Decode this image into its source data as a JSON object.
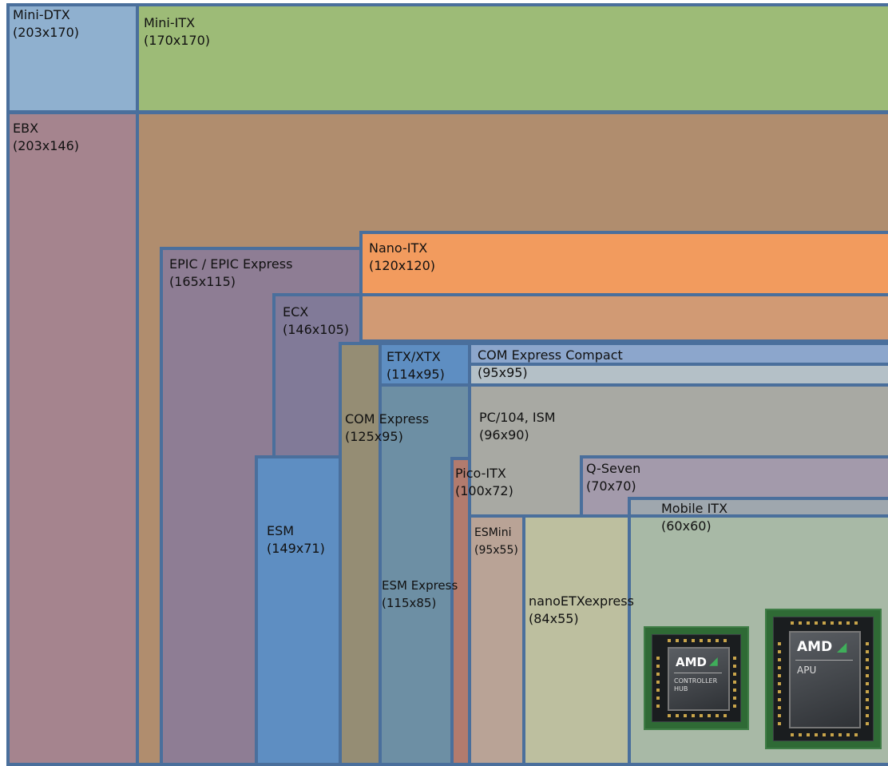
{
  "forms": [
    {
      "id": "mini-dtx",
      "name": "Mini-DTX",
      "size": "(203x170)",
      "fill": "#8fb0cf"
    },
    {
      "id": "mini-itx",
      "name": "Mini-ITX",
      "size": "(170x170)",
      "fill": "#9dbb77"
    },
    {
      "id": "ebx",
      "name": "EBX",
      "size": "(203x146)",
      "fill": "#a5848e"
    },
    {
      "id": "ebx-band",
      "fill": "#b08d6e"
    },
    {
      "id": "epic",
      "name": "EPIC / EPIC Express",
      "size": "(165x115)",
      "fill": "#8e7d94"
    },
    {
      "id": "nano-itx",
      "name": "Nano-ITX",
      "size": "(120x120)",
      "fill": "#f29b5e"
    },
    {
      "id": "ecx",
      "name": "ECX",
      "size": "(146x105)",
      "fill": "#817a98"
    },
    {
      "id": "ecx-band",
      "fill": "#d19a74"
    },
    {
      "id": "com-express",
      "name": "COM Express",
      "size": "(125x95)",
      "fill": "#958d74"
    },
    {
      "id": "etx-xtx",
      "name": "ETX/XTX",
      "size": "(114x95)",
      "fill": "#5e8ec2"
    },
    {
      "id": "com-express-compact",
      "name": "COM Express Compact",
      "size": "(95x95)",
      "fill": "#8ca6cc"
    },
    {
      "id": "com-express-compact-band",
      "fill": "#b4c0c7"
    },
    {
      "id": "esm",
      "name": "ESM",
      "size": "(149x71)",
      "fill": "#5e8ec2"
    },
    {
      "id": "esm-express",
      "name": "ESM Express",
      "size": "(115x85)",
      "fill": "#6d8fa4"
    },
    {
      "id": "pc104",
      "name": "PC/104, ISM",
      "size": "(96x90)",
      "fill": "#a8a9a3"
    },
    {
      "id": "pico-itx",
      "name": "Pico-ITX",
      "size": "(100x72)",
      "fill": "#b27b6e"
    },
    {
      "id": "q-seven",
      "name": "Q-Seven",
      "size": "(70x70)",
      "fill": "#a39aab"
    },
    {
      "id": "mobile-itx",
      "name": "Mobile ITX",
      "size": "(60x60)",
      "fill": "#9fa7ae"
    },
    {
      "id": "esmini",
      "name": "ESMini",
      "size": "(95x55)",
      "fill": "#b9a396"
    },
    {
      "id": "nanoetxexpress",
      "name": "nanoETXexpress",
      "size": "(84x55)",
      "fill": "#bdbf9f"
    },
    {
      "id": "mobile-itx-lower",
      "fill": "#a8b9a6"
    }
  ],
  "chips": {
    "controller_hub": {
      "brand": "AMD",
      "line1": "CONTROLLER",
      "line2": "HUB"
    },
    "apu": {
      "brand": "AMD",
      "line1": "APU"
    }
  }
}
